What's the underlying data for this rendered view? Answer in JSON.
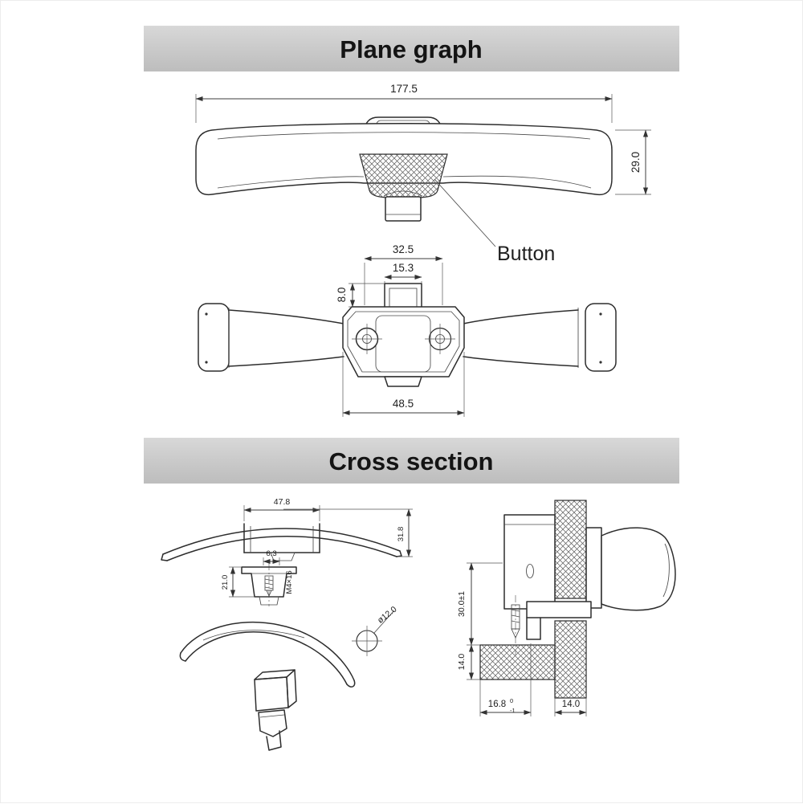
{
  "sections": {
    "plane": {
      "title": "Plane graph"
    },
    "cross": {
      "title": "Cross section"
    }
  },
  "plane": {
    "dim_total_width": "177.5",
    "dim_total_height": "29.0",
    "button_label": "Button",
    "dim_button_width": "32.5",
    "dim_stem_width": "15.3",
    "dim_stem_height": "8.0",
    "dim_plate_width": "48.5"
  },
  "cross": {
    "dim_boss_width": "47.8",
    "dim_profile_height": "31.8",
    "dim_neck_width": "6.3",
    "dim_latch_height": "21.0",
    "screw_label": "M4×16",
    "dim_hole_diameter": "ø12.0",
    "dim_mount_height": "30.0±1",
    "dim_frame_height": "14.0",
    "dim_cutout_width": "16.8",
    "dim_cutout_tol_upper": "0",
    "dim_cutout_tol_lower": "-1",
    "dim_panel_thickness": "14.0"
  },
  "colors": {
    "header_gradient_top": "#d6d6d6",
    "header_gradient_bottom": "#bfbfbf",
    "line": "#2d2d2d"
  }
}
